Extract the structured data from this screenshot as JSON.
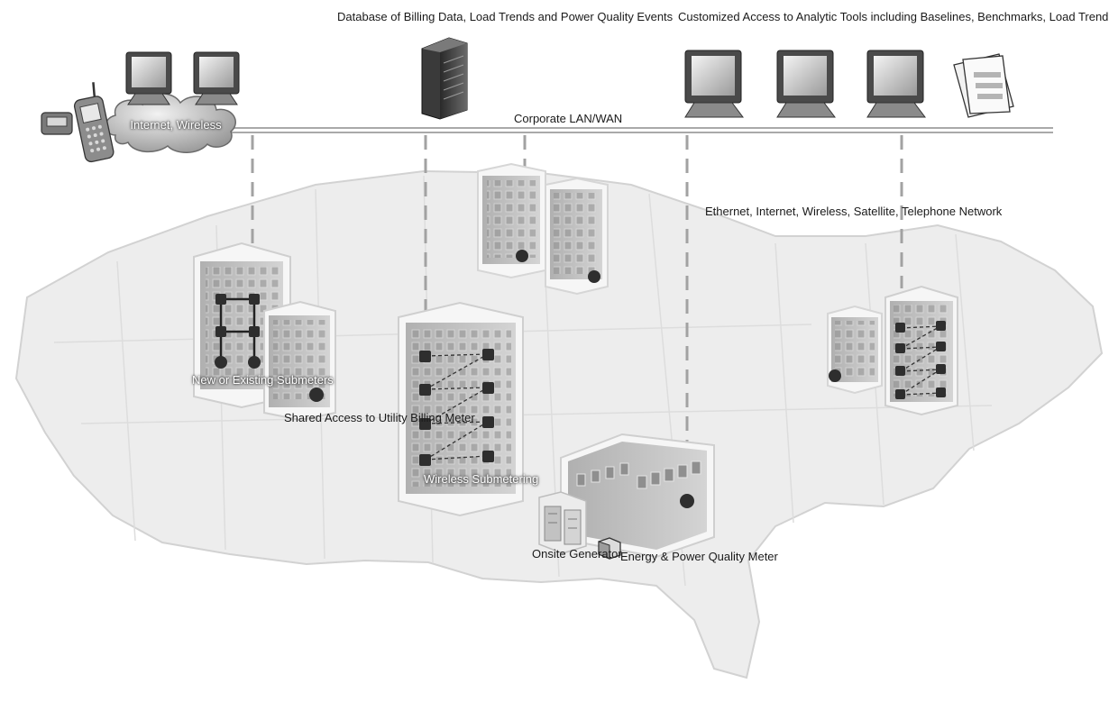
{
  "labels": {
    "internet_wireless": "Internet, Wireless",
    "database_line1": "Database of Billing Data, Load Trends",
    "database_line2": "and Power Quality Events",
    "analytics_line1": "Customized Access to Analytic Tools including",
    "analytics_line2": "Baselines, Benchmarks, Load Trending, Power Quality, etc.",
    "corporate_lan": "Corporate LAN/WAN",
    "network_line1": "Ethernet, Internet,",
    "network_line2": "Wireless, Satellite,",
    "network_line3": "Telephone Network",
    "submeters_line1": "New or Existing",
    "submeters_line2": "Submeters",
    "shared_line1": "Shared Access to",
    "shared_line2": "Utility Billing Meter",
    "wireless_line1": "Wireless",
    "wireless_line2": "Submetering",
    "generator_line1": "Onsite",
    "generator_line2": "Generator",
    "pq_line1": "Energy & Power",
    "pq_line2": "Quality Meter"
  },
  "icons": {
    "pager": "pager-icon",
    "cell_phone": "cell-phone-icon",
    "cloud": "cloud-icon",
    "monitor": "monitor-icon",
    "server": "server-icon",
    "documents": "documents-icon",
    "building": "building-icon",
    "meter": "meter-icon",
    "generator": "generator-icon",
    "map": "us-map-icon"
  },
  "colors": {
    "map_fill": "#eeeeee",
    "network_line": "#a8a8a8",
    "dashed_drop": "#a0a0a0",
    "building_face": "#bdbdbd",
    "window": "#8f8f8f",
    "meter": "#3a3a3a"
  }
}
